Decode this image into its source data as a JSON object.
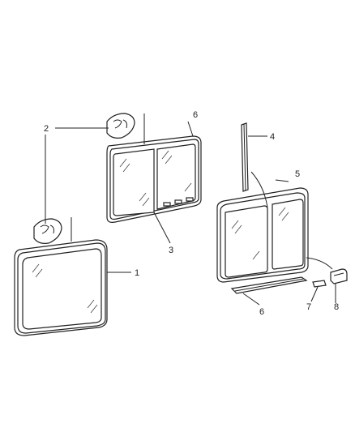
{
  "callouts": {
    "c1": "1",
    "c2": "2",
    "c3": "3",
    "c4": "4",
    "c5": "5",
    "c6_top": "6",
    "c6_bottom": "6",
    "c7": "7",
    "c8": "8"
  },
  "colors": {
    "line": "#222222",
    "background": "#ffffff"
  }
}
